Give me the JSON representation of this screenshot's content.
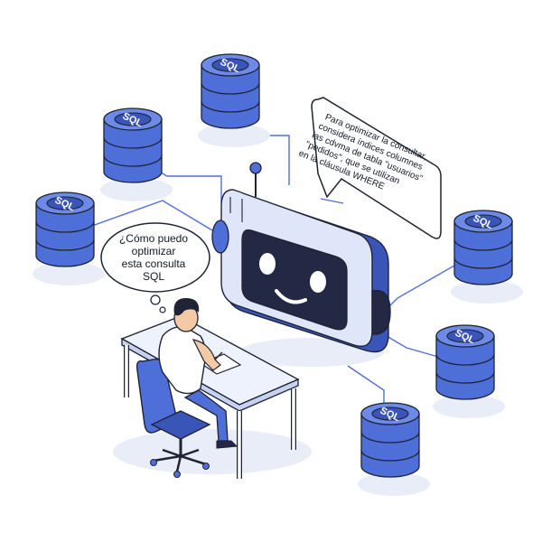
{
  "thought_bubble": {
    "lines": [
      "¿Cómo puedo",
      "optimizar",
      "esta consulta",
      "SQL"
    ]
  },
  "speech_bubble": {
    "lines": [
      "Para optimizar la consultar,",
      "considera índices columnes",
      "las cdvma de tabla \"usuarios\"",
      "\"pedidos\", que se utilizan",
      "en la cláusula WHERE"
    ]
  },
  "database_label": "SQL",
  "databases": [
    {
      "id": "db-top"
    },
    {
      "id": "db-upper-left"
    },
    {
      "id": "db-left"
    },
    {
      "id": "db-right-top"
    },
    {
      "id": "db-right-middle"
    },
    {
      "id": "db-bottom"
    }
  ],
  "colors": {
    "primary": "#4f6fd8",
    "primary_dark": "#3a55b8",
    "primary_light": "#d9e1f7",
    "outline": "#1f2333",
    "shadow": "#e8edf8",
    "robot_face": "#232845",
    "skin": "#f3c9a6"
  }
}
